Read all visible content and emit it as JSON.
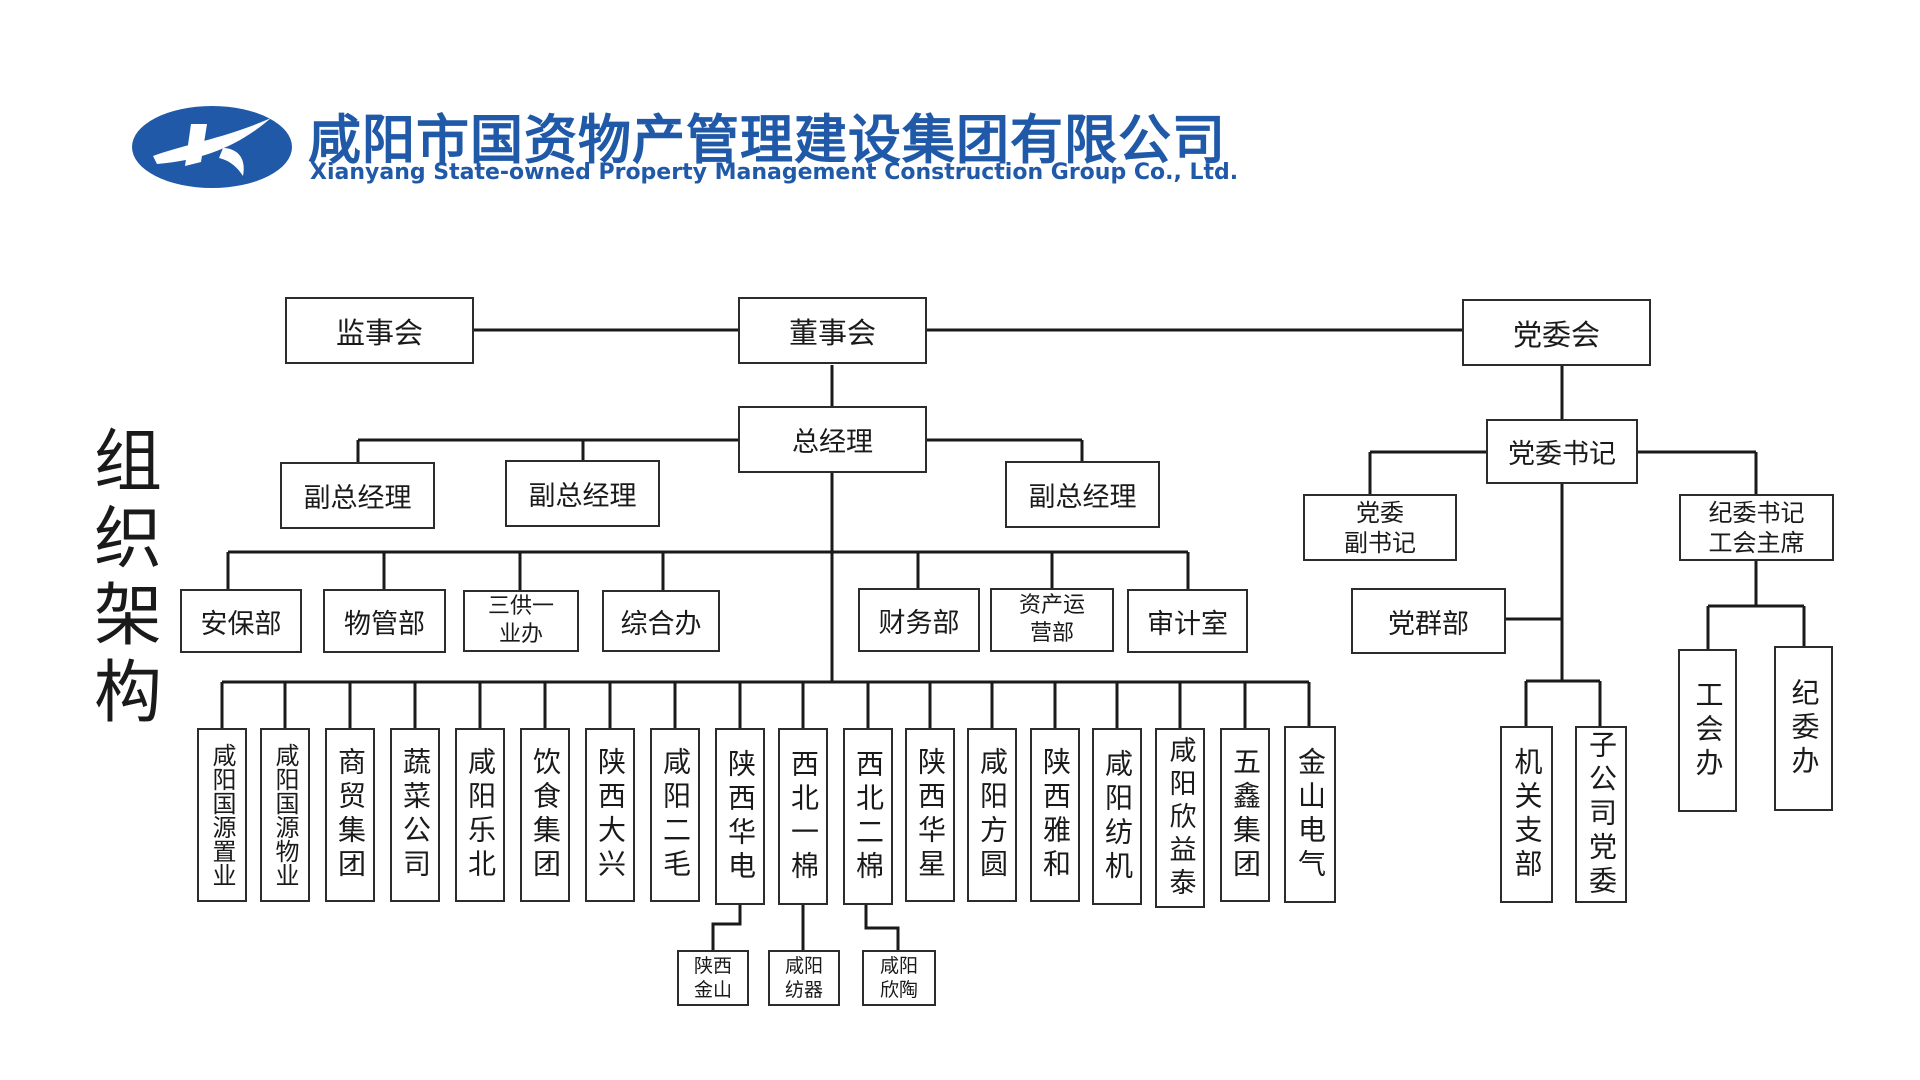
{
  "header": {
    "company_cn": "咸阳市国资物产管理建设集团有限公司",
    "company_en": "Xianyang State-owned Property Management Construction Group Co., Ltd.",
    "logo_icon": "swoosh-oval-logo-icon",
    "brand_color": "#1f59a8"
  },
  "side_title": [
    "组",
    "织",
    "架",
    "构"
  ],
  "top": {
    "supervisory": "监事会",
    "board": "董事会",
    "party": "党委会"
  },
  "management": {
    "gm": "总经理",
    "deputy_1": "副总经理",
    "deputy_2": "副总经理",
    "deputy_3": "副总经理"
  },
  "departments": {
    "security": "安保部",
    "property": "物管部",
    "supply_line1": "三供一",
    "supply_line2": "业办",
    "general_office": "综合办",
    "finance": "财务部",
    "asset_line1": "资产运",
    "asset_line2": "营部",
    "audit": "审计室"
  },
  "subsidiaries": [
    "咸阳国源置业",
    "咸阳国源物业",
    "商贸集团",
    "蔬菜公司",
    "咸阳乐北",
    "饮食集团",
    "陕西大兴",
    "咸阳二毛",
    "陕西华电",
    "西北一棉",
    "西北二棉",
    "陕西华星",
    "咸阳方圆",
    "陕西雅和",
    "咸阳纺机",
    "咸阳欣益泰",
    "五鑫集团",
    "金山电气"
  ],
  "sub_subsidiaries": {
    "jinshan_line1": "陕西",
    "jinshan_line2": "金山",
    "fangqi_line1": "咸阳",
    "fangqi_line2": "纺器",
    "xintao_line1": "咸阳",
    "xintao_line2": "欣陶"
  },
  "party_branch": {
    "secretary": "党委书记",
    "deputy_line1": "党委",
    "deputy_line2": "副书记",
    "discipline_line1": "纪委书记",
    "discipline_line2": "工会主席",
    "party_affairs": "党群部",
    "organs_branch": "机关支部",
    "subsidiary_committee": "子公司党委",
    "union_office": "工会办",
    "discipline_office": "纪委办"
  }
}
